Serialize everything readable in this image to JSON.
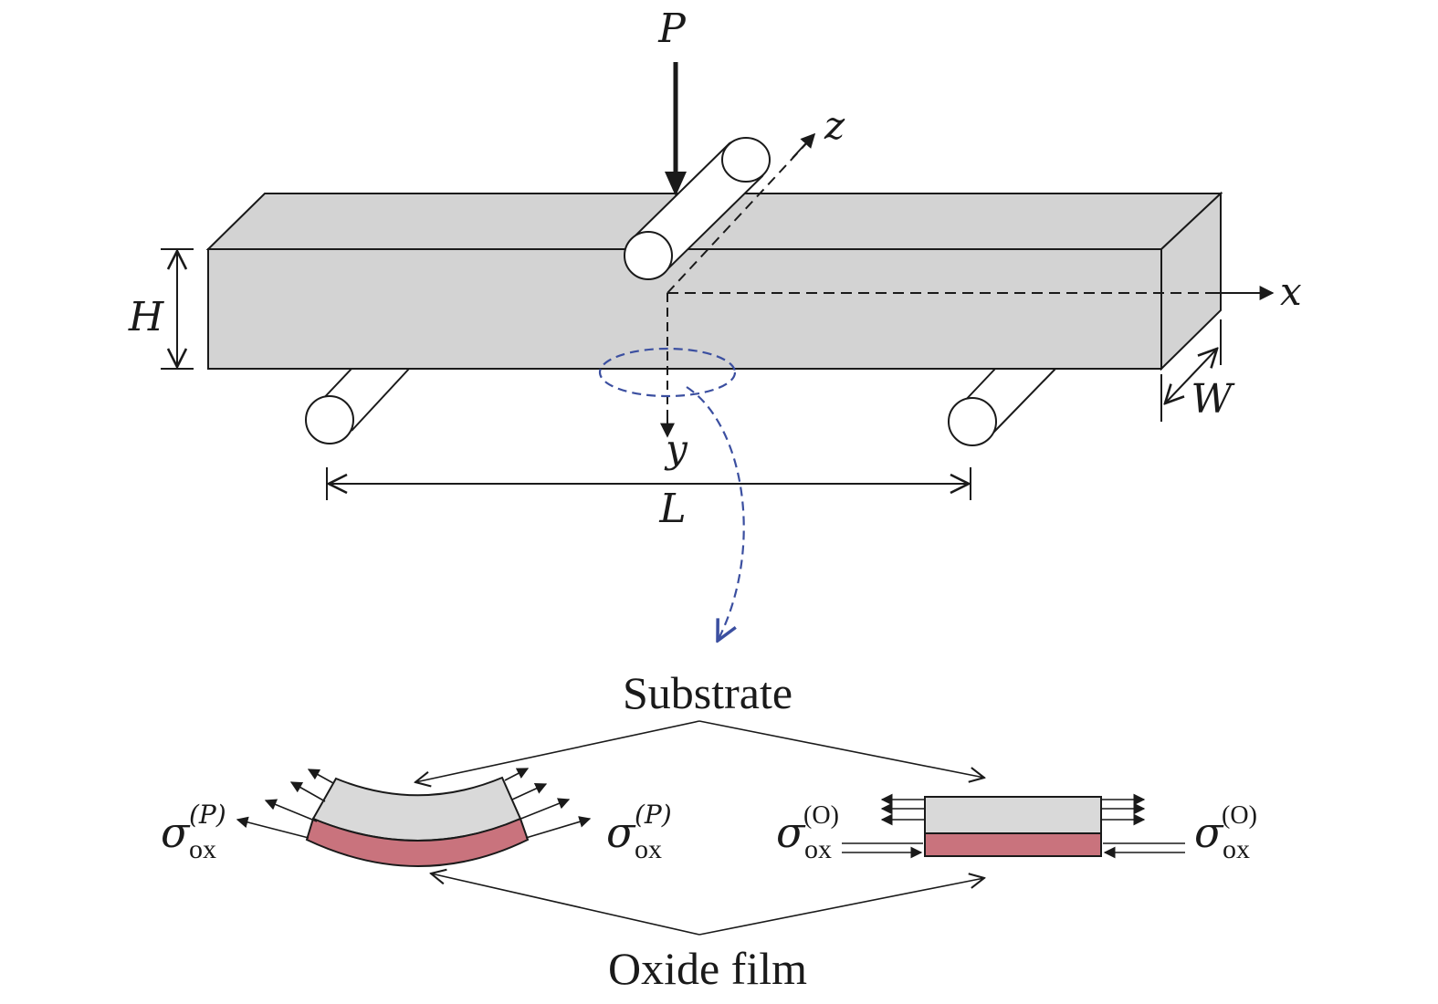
{
  "labels": {
    "load": "P",
    "height": "H",
    "width": "W",
    "span": "L",
    "axis_x": "x",
    "axis_y": "y",
    "axis_z": "z",
    "substrate": "Substrate",
    "oxide_film": "Oxide film",
    "sigma": "σ",
    "sub_ox": "ox",
    "sup_bending": "(P)",
    "sup_oxidation_open": "(",
    "sup_oxidation_letter": "O",
    "sup_oxidation_close": ")"
  },
  "colors": {
    "beam_fill": "#d3d3d3",
    "substrate_fill": "#d9d9d9",
    "oxide_fill": "#c9737d",
    "leader_blue": "#3b4fa0",
    "line": "#1a1a1a"
  }
}
